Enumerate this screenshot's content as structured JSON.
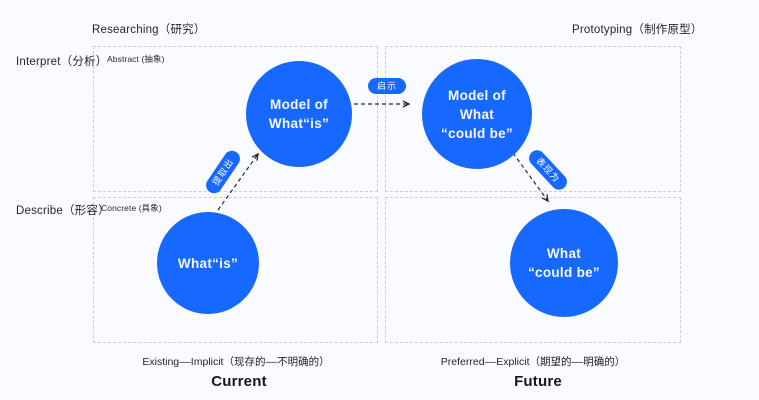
{
  "colors": {
    "accent": "#1768FF",
    "background": "#FAFBFE",
    "dashed_border": "#C9CED7",
    "text": "#1E2329",
    "circle_text": "#F6F9FF"
  },
  "top_labels": {
    "researching": "Researching（研究）",
    "prototyping": "Prototyping（制作原型）"
  },
  "row_labels": {
    "interpret": "Interpret（分析）",
    "describe": "Describe（形容）"
  },
  "quadrant_tags": {
    "abstract": "Abstract (抽象)",
    "concrete": "Concrete (具象)"
  },
  "circles": {
    "model_of_what_is": {
      "lines": [
        "Model of",
        "What“is”"
      ]
    },
    "model_of_what_could_be": {
      "lines": [
        "Model of",
        "What",
        "“could be”"
      ]
    },
    "what_is": {
      "lines": [
        "What“is”"
      ]
    },
    "what_could_be": {
      "lines": [
        "What",
        "“could be”"
      ]
    }
  },
  "arrow_labels": {
    "extract": "提取出",
    "suggest": "启示",
    "manifest": "表现为"
  },
  "bottom_labels": {
    "existing_implicit": "Existing––Implicit（现存的––不明确的）",
    "current": "Current",
    "preferred_explicit": "Preferred––Explicit（期望的––明确的）",
    "future": "Future"
  }
}
